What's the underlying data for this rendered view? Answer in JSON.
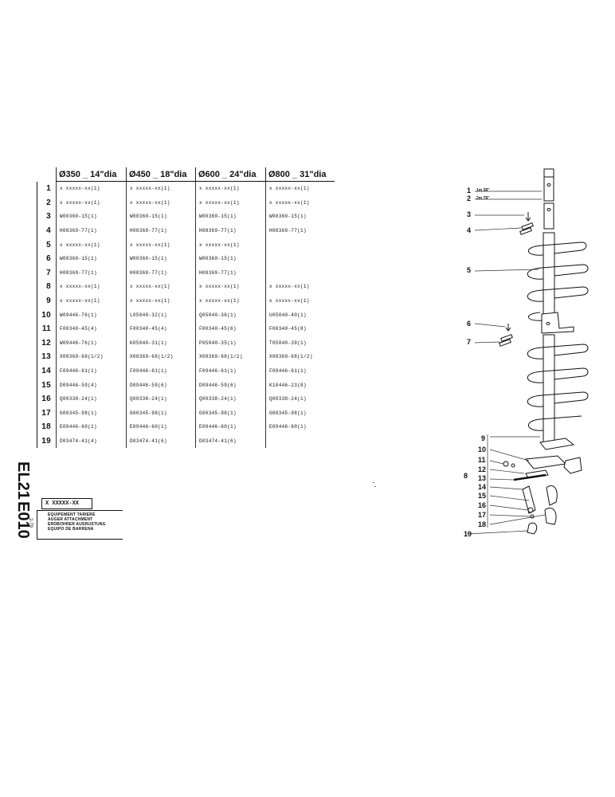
{
  "table": {
    "headers": [
      "Ø350 _ 14\"dia",
      "Ø450 _ 18\"dia",
      "Ø600 _ 24\"dia",
      "Ø800 _ 31\"dia"
    ],
    "rows": [
      {
        "item": "1",
        "c": [
          "x xxxxx-xx(1)",
          "x xxxxx-xx(1)",
          "x xxxxx-xx(1)",
          "x xxxxx-xx(1)"
        ]
      },
      {
        "item": "2",
        "c": [
          "x xxxxx-xx(1)",
          "x xxxxx-xx(1)",
          "x xxxxx-xx(1)",
          "x xxxxx-xx(1)"
        ]
      },
      {
        "item": "3",
        "c": [
          "W00360-15(1)",
          "W00360-15(1)",
          "W00360-15(1)",
          "W00360-15(1)"
        ]
      },
      {
        "item": "4",
        "c": [
          "H08369-77(1)",
          "H08369-77(1)",
          "H08369-77(1)",
          "H08369-77(1)"
        ]
      },
      {
        "item": "5",
        "c": [
          "x xxxxx-xx(1)",
          "x xxxxx-xx(1)",
          "x xxxxx-xx(1)",
          ""
        ]
      },
      {
        "item": "6",
        "c": [
          "W00360-15(1)",
          "W00360-15(1)",
          "W00360-15(1)",
          ""
        ]
      },
      {
        "item": "7",
        "c": [
          "H08369-77(1)",
          "H08369-77(1)",
          "H08369-77(1)",
          ""
        ]
      },
      {
        "item": "8",
        "c": [
          "x xxxxx-xx(1)",
          "x xxxxx-xx(1)",
          "x xxxxx-xx(1)",
          "x xxxxx-xx(1)"
        ]
      },
      {
        "item": "9",
        "c": [
          "x xxxxx-xx(1)",
          "x xxxxx-xx(1)",
          "x xxxxx-xx(1)",
          "x xxxxx-xx(1)"
        ]
      },
      {
        "item": "10",
        "c": [
          "W09446-76(1)",
          "L05040-32(1)",
          "Q05040-36(1)",
          "U05040-40(1)"
        ]
      },
      {
        "item": "11",
        "c": [
          "F00340-45(4)",
          "F00340-45(4)",
          "F00340-45(6)",
          "F00340-45(8)"
        ]
      },
      {
        "item": "12",
        "c": [
          "W09446-76(1)",
          "K05040-31(1)",
          "P05040-35(1)",
          "T05040-39(1)"
        ]
      },
      {
        "item": "13",
        "c": [
          "X08369-68(1/2)",
          "X08369-68(1/2)",
          "X08369-68(1/2)",
          "X08369-68(1/2)"
        ]
      },
      {
        "item": "14",
        "c": [
          "F09446-61(1)",
          "F09446-61(1)",
          "F09446-61(1)",
          "F09446-61(1)"
        ]
      },
      {
        "item": "15",
        "c": [
          "D09446-59(4)",
          "D09446-59(6)",
          "D09446-59(6)",
          "K10446-23(8)"
        ]
      },
      {
        "item": "16",
        "c": [
          "Q00338-24(1)",
          "Q00338-24(1)",
          "Q00338-24(1)",
          "Q00338-24(1)"
        ]
      },
      {
        "item": "17",
        "c": [
          "G00345-98(1)",
          "G00345-98(1)",
          "G00345-98(1)",
          "G00345-98(1)"
        ]
      },
      {
        "item": "18",
        "c": [
          "E09446-60(1)",
          "E09446-60(1)",
          "E09446-60(1)",
          "E09446-60(1)"
        ]
      },
      {
        "item": "19",
        "c": [
          "D03474-41(4)",
          "D03474-41(6)",
          "D03474-41(6)",
          ""
        ]
      }
    ]
  },
  "side": {
    "code_el": "EL21",
    "code_e": "E010",
    "date": "2-79"
  },
  "title_block": {
    "part_no": "X XXXXX-XX",
    "lines": [
      "EQUIPEMENT TARIERE",
      "AUGER ATTACHMENT",
      "ERDBOHRER AUSRUSTUNG",
      "EQUIPO DE BARRENA"
    ]
  },
  "diagram": {
    "dims": [
      "1m  39\"",
      "2m  79\""
    ],
    "callouts": [
      "1",
      "2",
      "3",
      "4",
      "5",
      "6",
      "7",
      "8",
      "9",
      "10",
      "11",
      "12",
      "13",
      "14",
      "15",
      "16",
      "17",
      "18",
      "19"
    ]
  }
}
